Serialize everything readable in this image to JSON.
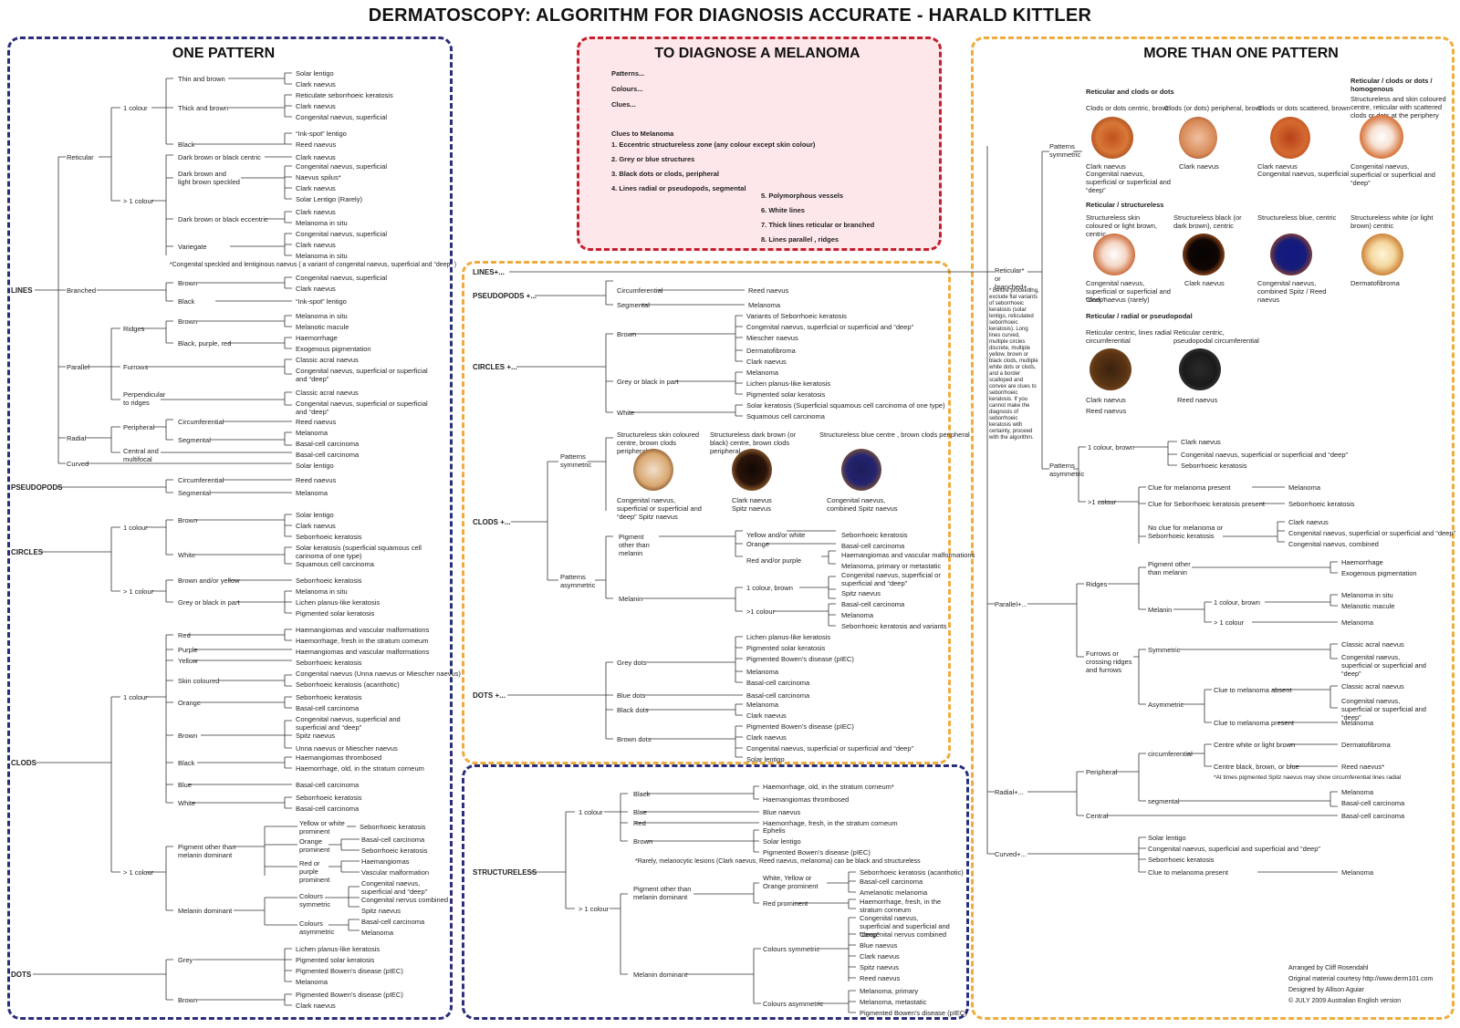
{
  "title": "DERMATOSCOPY: ALGORITHM FOR DIAGNOSIS ACCURATE - HARALD KITTLER",
  "panels": {
    "one": "ONE PATTERN",
    "melanoma": "TO DIAGNOSE A MELANOMA",
    "more": "MORE THAN ONE PATTERN"
  },
  "melanoma": {
    "intro": [
      "Patterns...",
      "Colours...",
      "Clues..."
    ],
    "clues_title": "Clues to Melanoma",
    "clues_left": [
      "1. Eccentric structureless zone (any colour except skin colour)",
      "2. Grey or blue structures",
      "3. Black dots or clods, peripheral",
      "4. Lines radial or pseudopods, segmental"
    ],
    "clues_right": [
      "5. Polymorphous vessels",
      "6. White lines",
      "7. Thick lines reticular or branched",
      "8. Lines parallel , ridges"
    ]
  },
  "one": {
    "LINES": "LINES",
    "PSEUDOPODS": "PSEUDOPODS",
    "CIRCLES": "CIRCLES",
    "CLODS": "CLODS",
    "DOTS": "DOTS",
    "labels": {
      "reticular": "Reticular",
      "branched": "Branched",
      "parallel": "Parallel",
      "radial": "Radial",
      "curved": "Curved",
      "c1": "1 colour",
      "cgt1": "> 1 colour",
      "thin_brown": "Thin and brown",
      "thick_brown": "Thick and brown",
      "black": "Black",
      "dbb_centric": "Dark brown or black centric",
      "db_speckled": "Dark brown and light brown speckled",
      "dbb_eccentric": "Dark brown or black eccentric",
      "variegate": "Variegate",
      "brown": "Brown",
      "ridges": "Ridges",
      "bpr": "Black, purple, red",
      "furrows": "Furrows",
      "perp": "Perpendicular to ridges",
      "peripheral": "Peripheral",
      "circumferential": "Circumferential",
      "segmental": "Segmental",
      "central_multi": "Central and multifocal",
      "white": "White",
      "brown_yellow": "Brown and/or yellow",
      "grey_black": "Grey or black in part",
      "red": "Red",
      "purple": "Purple",
      "yellow": "Yellow",
      "skin": "Skin coloured",
      "orange": "Orange",
      "blue": "Blue",
      "pigment_other": "Pigment other than melanin dominant",
      "melanin_dom": "Melanin dominant",
      "yellow_white": "Yellow or white prominent",
      "orange_prom": "Orange prominent",
      "red_purple": "Red or purple prominent",
      "col_sym": "Colours symmetric",
      "col_asym": "Colours asymmetric",
      "grey": "Grey"
    },
    "dx": {
      "solar_lentigo": "Solar lentigo",
      "clark": "Clark naevus",
      "ret_sk": "Reticulate seborrhoeic keratosis",
      "cong_sup": "Congenital naevus, superficial",
      "inkspot": "“Ink-spot” lentigo",
      "reed": "Reed naevus",
      "spilus": "Naevus spilus*",
      "solar_rarely": "Solar Lentigo (Rarely)",
      "mis": "Melanoma in situ",
      "footnote": "*Congenital speckled and lentiginous naevus ( a variant of congenital naevus, superficial and “deep” )",
      "melanotic_macule": "Melanotic macule",
      "haem": "Haemorrhage",
      "exo": "Exogenous pigmentation",
      "acral": "Classic acral naevus",
      "cong_sd": "Congenital naevus, superficial or superficial and “deep”",
      "melanoma": "Melanoma",
      "bcc": "Basal-cell carcinoma",
      "sk": "Seborrhoeic keratosis",
      "solar_ker": "Solar keratosis (superficial squamous cell carinoma of one type)",
      "scc": "Squamous cell carcinoma",
      "lplk": "Lichen planus-like keratosis",
      "psk": "Pigmented solar keratosis",
      "hvm": "Haemangiomas and vascular malformations",
      "haem_fresh": "Haemorrhage, fresh in the stratum corneum",
      "unna": "Congenital naevus (Unna naevus or Miescher naevus)",
      "sk_acan": "Seborrhoeic keratosis (acanthotic)",
      "cong_ssd": "Congenital naevus, superficial and superficial and “deep”",
      "spitz": "Spitz naevus",
      "unna2": "Unna naevus or Miescher naevus",
      "haem_throm": "Haemangiomas thrombosed",
      "haem_old": "Haemorrhage, old, in the stratum corneum",
      "haemangiomas": "Haemangiomas",
      "vasc_mal": "Vascular malformation",
      "cong_sd2": "Congenital naevus, superficial and “deep”",
      "cong_comb": "Congenital nervus combined",
      "bowen": "Pigmented Bowen’s disease (pIEC)"
    }
  },
  "center": {
    "LINES": "LINES+...",
    "PSEUDOPODS": "PSEUDOPODS +...",
    "CIRCLES": "CIRCLES +...",
    "CLODS": "CLODS +...",
    "DOTS": "DOTS +...",
    "labels": {
      "circumferential": "Circumferential",
      "segmental": "Segmental",
      "brown": "Brown",
      "grey_black": "Grey or black in part",
      "white": "White",
      "pat_sym": "Patterns symmetric",
      "pat_asym": "Patterns asymmetric",
      "img1": "Structureless skin coloured centre, brown clods peripheral",
      "img2": "Structureless  dark brown (or black) centre, brown clods peripheral",
      "img3": "Structureless  blue centre , brown clods peripheral",
      "pigment_other": "Pigment other than melanin",
      "melanin": "Melanin",
      "yellow_white": "Yellow and/or white",
      "orange": "Orange",
      "red_purple": "Red and/or purple",
      "c1_brown": "1 colour, brown",
      "cgt1": ">1 colour",
      "grey_dots": "Grey dots",
      "blue_dots": "Blue dots",
      "black_dots": "Black dots",
      "brown_dots": "Brown dots"
    },
    "dx": {
      "reed": "Reed naevus",
      "melanoma": "Melanoma",
      "var_sk": "Variants of Seborrhoeic keratosis",
      "cong_sd": "Congenital naevus, superficial or superficial and “deep”",
      "miescher": "Miescher naevus",
      "df": "Dermatofibroma",
      "clark": "Clark naevus",
      "lplk": "Lichen planus-like keratosis",
      "psk": "Pigmented solar keratosis",
      "solar_ker": "Solar keratosis (Superficial squamous cell carcinoma of one type)",
      "scc": "Squamous cell carcinoma",
      "img1_dx": "Congenital naevus, superficial or superficial and “deep” Spitz naevus",
      "img2_dx": "Clark naevus Spitz naevus",
      "img3_dx": "Congenital naevus, combined Spitz naevus",
      "sk": "Seborrhoeic keratosis",
      "bcc": "Basal-cell carcinoma",
      "hvm": "Haemangiomas and vascular malformations",
      "mel_pm": "Melanoma, primary or metastatic",
      "cong_sd_short": "Congenital naevus, superficial or superficial and “deep”",
      "spitz": "Spitz naevus",
      "sk_var": "Seborrhoeic keratosis and variants",
      "bowen": "Pigmented Bowen’s disease (pIEC)",
      "solar_lentigo": "Solar lentigo"
    }
  },
  "struct": {
    "STRUCTURELESS": "STRUCTURELESS",
    "labels": {
      "c1": "1 colour",
      "cgt1": "> 1 colour",
      "black": "Black",
      "blue": "Blue",
      "red": "Red",
      "brown": "Brown",
      "pigment_other": "Pigment other than melanin dominant",
      "melanin_dom": "Melanin dominant",
      "wyo": "White, Yellow or Orange prominent",
      "red_prom": "Red prominent",
      "col_sym": "Colours symmetric",
      "col_asym": "Colours asymmetric"
    },
    "dx": {
      "haem_old": "Haemorrhage, old, in the stratum corneum*",
      "haem_throm": "Haemangiomas thrombosed",
      "blue": "Blue naevus",
      "haem_fresh": "Haemorrhage, fresh, in the stratum corneum",
      "ephelis": "Ephelis",
      "solar_lentigo": "Solar lentigo",
      "bowen": "Pigmented Bowen’s disease (pIEC)",
      "footnote": "*Rarely, melanocytic lesions (Clark naevus, Reed naevus, melanoma) can be black and structureless",
      "sk_acan": "Seborrhoeic keratosis (acanthotic)",
      "bcc": "Basal-cell carcinoma",
      "amel": "Amelanotic melanoma",
      "haem_fresh2": "Haemorrhage, fresh, in the stratum corneum",
      "cong_sd": "Congenital naevus, superficial and superficial and “deep”",
      "cong_comb": "Congenital nervus combined",
      "blue_n": "Blue naevus",
      "clark": "Clark naevus",
      "spitz": "Spitz naevus",
      "reed": "Reed naevus",
      "melanoma_p": "Melanoma, primary",
      "melanoma_m": "Melanoma, metastatic"
    }
  },
  "right": {
    "labels": {
      "ret_branched": "Reticular* or branched+...",
      "pat_sym": "Patterns symmetric",
      "pat_asym": "Patterns asymmetric",
      "note": "* Before proceeding, exclude flat variants of seborrhoeic keratosis (solar lentigo, reticulated seborrhoeic keratosis). Long lines curved, multiple circles discrete, multiple yellow, brown or black clods, multiple white dots or clods, and a border scalloped and convex are clues to seborrhoeic keratosis. If you cannot make the diagnosis of seborrhoeic keratosis with certainty, proceed with the algorithm.",
      "ret_clods": "Reticular and clods or dots",
      "ret_homo": "Reticular / clods or dots / homogenous",
      "clods_centric": "Clods or dots centric, brown",
      "clods_periph": "Clods (or dots) peripheral, brown",
      "clods_scat": "Clods or dots scattered, brown",
      "homo_desc": "Structureless and skin coloured centre, reticular with scattered clods or dots at the periphery",
      "ret_struct": "Reticular / structureless",
      "s_skin": "Structureless skin coloured or light brown, centric",
      "s_black": "Structureless black (or dark brown),  centric",
      "s_blue": "Structureless blue, centric",
      "s_white": "Structureless white (or light brown) centric",
      "ret_radial": "Reticular / radial or pseudopodal",
      "rc_radial": "Reticular centric, lines radial circumferential",
      "rc_pseudo": "Reticular centric, pseudopodal circumferential",
      "c1_brown": "1 colour, brown",
      "cgt1": ">1 colour",
      "clue_mel": "Clue for melanoma  present",
      "clue_sk": "Clue for Seborrhoeic keratosis present",
      "no_clue": "No clue for melanoma or Seborrhoeic keratosis",
      "parallel": "Parallel+...",
      "ridges": "Ridges",
      "pigment_other": "Pigment other than melanin",
      "melanin": "Melanin",
      "c1_brown2": "1 colour, brown",
      "cgt1b": "> 1 colour",
      "furrows": "Furrows or crossing ridges and furrows",
      "symmetric": "Symmetric",
      "asymmetric": "Asymmetric",
      "clue_absent": "Clue to melanoma absent",
      "clue_present": "Clue to melanoma present",
      "radial": "Radial+...",
      "peripheral": "Peripheral",
      "circumferential": "circumferential",
      "centre_white": "Centre white or light brown",
      "centre_black": "Centre black, brown, or blue",
      "spitz_note": "*At times pigmented Spitz naevus may show circumferential lines radial",
      "segmental": "segmental",
      "central": "Central",
      "curved": "Curved+..."
    },
    "dx": {
      "clark": "Clark naevus",
      "cong_sd": "Congenital naevus, superficial or superficial and “deep”",
      "cong_sup": "Congenital naevus, superficial",
      "cong_sd_r": "Congenital naevus, superficial or superficial and “deep”",
      "clark_rarely": "Clark naevus (rarely)",
      "cong_comb_spitz": "Congenital naevus, combined Spitz / Reed naevus",
      "df": "Dermatofibroma",
      "reed": "Reed naevus",
      "sk": "Seborrhoeic keratosis",
      "melanoma": "Melanoma",
      "cong_comb": "Congenital naevus, combined",
      "haem": "Haemorrhage",
      "exo": "Exogenous pigmentation",
      "mis": "Melanoma in situ",
      "melanotic": "Melanotic macule",
      "acral": "Classic acral naevus",
      "cong_sd2": "Congenital naevus, superficial or superficial and “deep”",
      "reed_star": "Reed naevus*",
      "bcc": "Basal-cell carcinoma",
      "solar_lentigo": "Solar lentigo",
      "cong_ssd": "Congenital naevus, superficial and superficial and “deep”"
    }
  },
  "credits": [
    "Arranged by Cliff Rosendahl",
    "Original material courtesy http://www.derm101.com",
    "Designed by Allison Aguiar",
    "© JULY 2009  Australian English version"
  ],
  "colors": {
    "navy": "#2b2f7a",
    "red": "#c4202e",
    "orange": "#efac3e",
    "pink": "#fde7ea"
  }
}
